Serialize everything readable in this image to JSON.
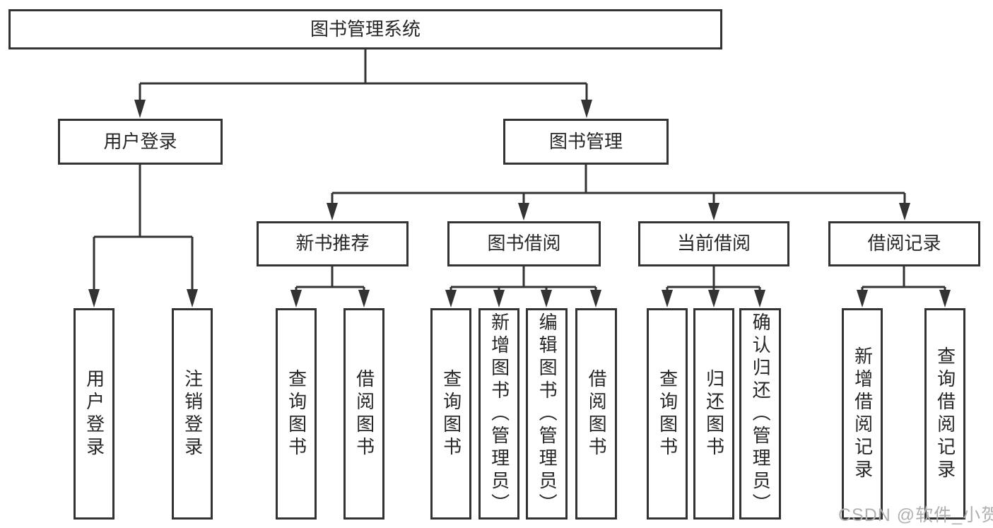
{
  "tree": {
    "label": "图书管理系统",
    "children": [
      {
        "label": "用户登录",
        "children": [
          {
            "label": "用户登录"
          },
          {
            "label": "注销登录"
          }
        ]
      },
      {
        "label": "图书管理",
        "children": [
          {
            "label": "新书推荐",
            "children": [
              {
                "label": "查询图书"
              },
              {
                "label": "借阅图书"
              }
            ]
          },
          {
            "label": "图书借阅",
            "children": [
              {
                "label": "查询图书"
              },
              {
                "label": "新增图书（管理员）"
              },
              {
                "label": "编辑图书（管理员）"
              },
              {
                "label": "借阅图书"
              }
            ]
          },
          {
            "label": "当前借阅",
            "children": [
              {
                "label": "查询图书"
              },
              {
                "label": "归还图书"
              },
              {
                "label": "确认归还（管理员）"
              }
            ]
          },
          {
            "label": "借阅记录",
            "children": [
              {
                "label": "新增借阅记录"
              },
              {
                "label": "查询借阅记录"
              }
            ]
          }
        ]
      }
    ]
  },
  "watermark": {
    "text": "CSDN @软件_小贺同学"
  },
  "colors": {
    "line": "#333333",
    "text": "#262626",
    "watermark": "#b0b0b0",
    "background": "#ffffff"
  }
}
